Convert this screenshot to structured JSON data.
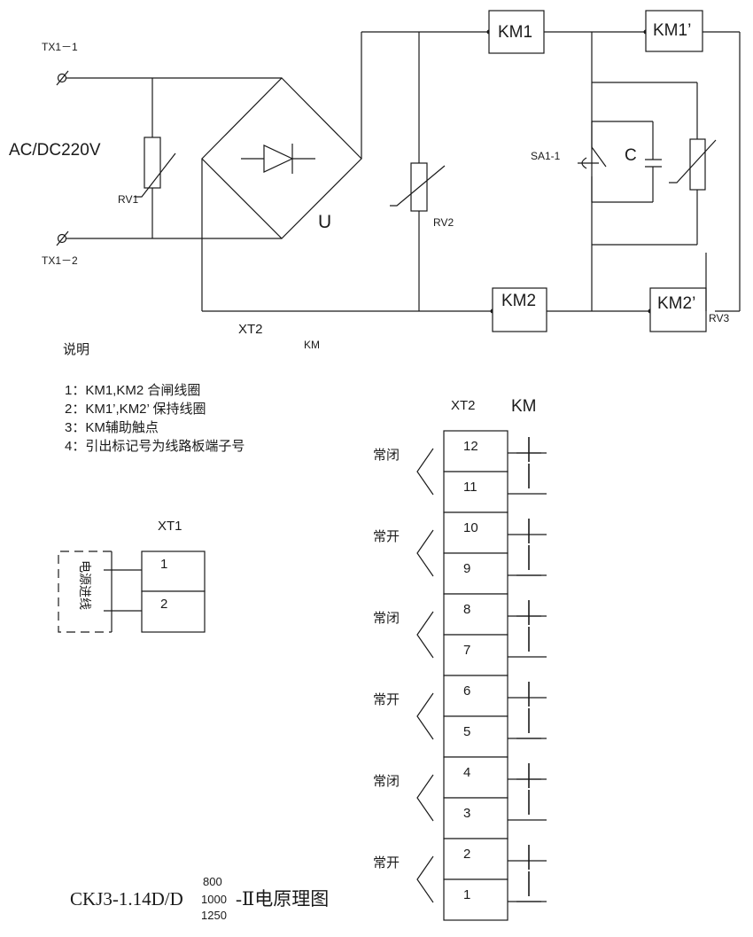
{
  "circuit": {
    "tx1_1": "TX1－1",
    "tx1_2": "TX1－2",
    "supply": "AC/DC220V",
    "rv1": "RV1",
    "rv2": "RV2",
    "rv3": "RV3",
    "bridge": "U",
    "km1": "KM1",
    "km1p": "KM1’",
    "km2": "KM2",
    "km2p": "KM2’",
    "sa1": "SA1-1",
    "cap": "C",
    "xt2": "XT2",
    "km_small": "KM"
  },
  "notes": {
    "heading": "说明",
    "items": [
      "1：KM1,KM2 合闸线圈",
      "2：KM1’,KM2’  保持线圈",
      "3：KM辅助触点",
      "4：引出标记号为线路板端子号"
    ]
  },
  "xt1": {
    "label": "XT1",
    "power_in": "电源进线",
    "terminals": [
      "1",
      "2"
    ]
  },
  "xt2_strip": {
    "label": "XT2",
    "km_label": "KM",
    "terminals": [
      "12",
      "11",
      "10",
      "9",
      "8",
      "7",
      "6",
      "5",
      "4",
      "3",
      "2",
      "1"
    ],
    "contact_labels": [
      "常闭",
      "常开",
      "常闭",
      "常开",
      "常闭",
      "常开"
    ]
  },
  "title_block": {
    "model": "CKJ3-1.14D/D",
    "currents": [
      "800",
      "1000",
      "1250"
    ],
    "suffix": "-Ⅱ电原理图"
  }
}
